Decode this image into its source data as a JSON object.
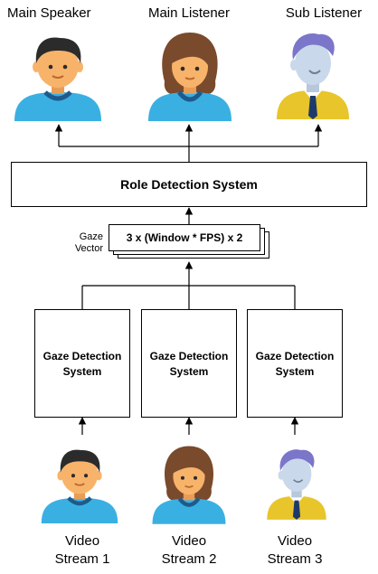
{
  "outputs": {
    "main_speaker": "Main Speaker",
    "main_listener": "Main Listener",
    "sub_listener": "Sub Listener"
  },
  "role_system": {
    "title": "Role Detection System"
  },
  "gaze_vector": {
    "side_label_line1": "Gaze",
    "side_label_line2": "Vector",
    "formula": "3 x (Window * FPS) x 2"
  },
  "gaze_systems": [
    {
      "line1": "Gaze Detection",
      "line2": "System"
    },
    {
      "line1": "Gaze Detection",
      "line2": "System"
    },
    {
      "line1": "Gaze Detection",
      "line2": "System"
    }
  ],
  "streams": [
    {
      "line1": "Video",
      "line2": "Stream 1"
    },
    {
      "line1": "Video",
      "line2": "Stream 2"
    },
    {
      "line1": "Video",
      "line2": "Stream 3"
    }
  ],
  "avatars": {
    "man": {
      "icon": "man-avatar-icon",
      "skin": "#f8b36b",
      "hair": "#2b2b2b",
      "shirt": "#3ab0e2",
      "collar": "#1e5a8c"
    },
    "woman": {
      "icon": "woman-avatar-icon",
      "skin": "#f8b36b",
      "hair": "#7a4a2c",
      "shirt": "#3ab0e2",
      "collar": "#1e5a8c"
    },
    "businessman": {
      "icon": "businessman-avatar-icon",
      "skin": "#c9d8ea",
      "hair": "#7b76c9",
      "shirt": "#e8c52a",
      "tie": "#1e3a6b"
    }
  }
}
